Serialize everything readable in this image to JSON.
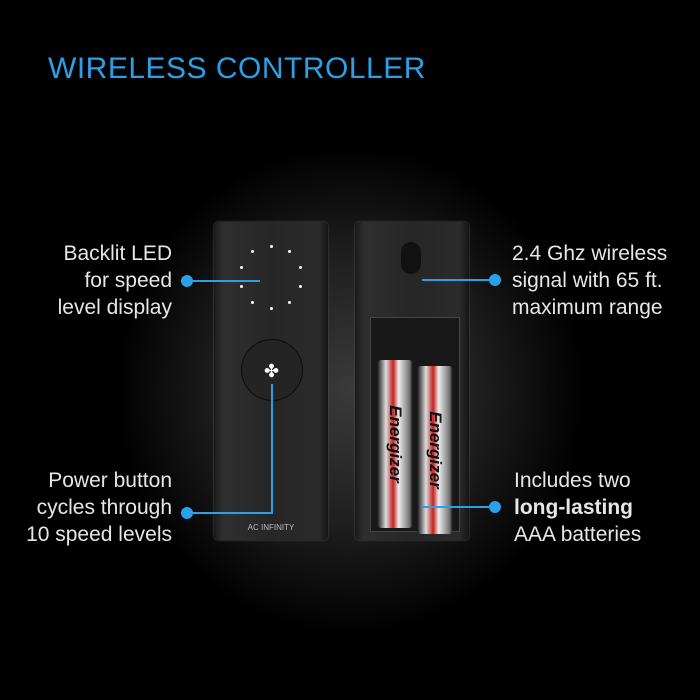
{
  "title": "WIRELESS CONTROLLER",
  "callouts": {
    "led": [
      "Backlit LED",
      "for speed",
      "level display"
    ],
    "power": [
      "Power button",
      "cycles through",
      "10 speed levels"
    ],
    "wireless": [
      "2.4 Ghz wireless",
      "signal with 65 ft.",
      "maximum range"
    ],
    "batteries": {
      "line1": "Includes two",
      "bold": "long-lasting",
      "line3": "AAA batteries"
    }
  },
  "device": {
    "brand": "AC INFINITY",
    "battery_brand": "Energizer",
    "led_count": 10
  },
  "accent_color": "#2aa0e6"
}
